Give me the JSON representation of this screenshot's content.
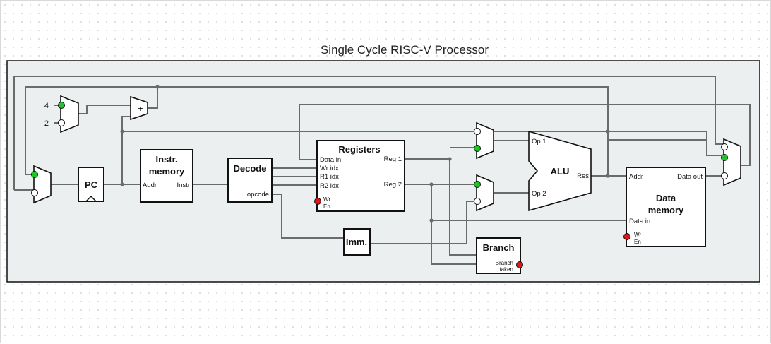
{
  "diagram": {
    "title": "Single Cycle RISC-V Processor",
    "colors": {
      "panel": "#ecefef",
      "wire": "#6b6b6b",
      "selected_port": "#22c22a",
      "control_port": "#e01515"
    },
    "constants": {
      "four": "4",
      "two": "2"
    },
    "adder": {
      "symbol": "+"
    },
    "pc": {
      "label": "PC"
    },
    "instr_memory": {
      "title_line1": "Instr.",
      "title_line2": "memory",
      "addr": "Addr",
      "instr": "Instr"
    },
    "decode": {
      "title": "Decode",
      "opcode": "opcode"
    },
    "registers": {
      "title": "Registers",
      "data_in": "Data in",
      "wr_idx": "Wr idx",
      "r1_idx": "R1 idx",
      "r2_idx": "R2 idx",
      "reg1": "Reg 1",
      "reg2": "Reg 2",
      "wr": "Wr",
      "en": "En"
    },
    "alu": {
      "title": "ALU",
      "op1": "Op 1",
      "op2": "Op 2",
      "res": "Res"
    },
    "imm": {
      "title": "Imm."
    },
    "branch": {
      "title": "Branch",
      "taken_line1": "Branch",
      "taken_line2": "taken"
    },
    "data_memory": {
      "title_line1": "Data",
      "title_line2": "memory",
      "addr": "Addr",
      "data_out": "Data out",
      "data_in": "Data in",
      "wr": "Wr",
      "en": "En"
    }
  }
}
